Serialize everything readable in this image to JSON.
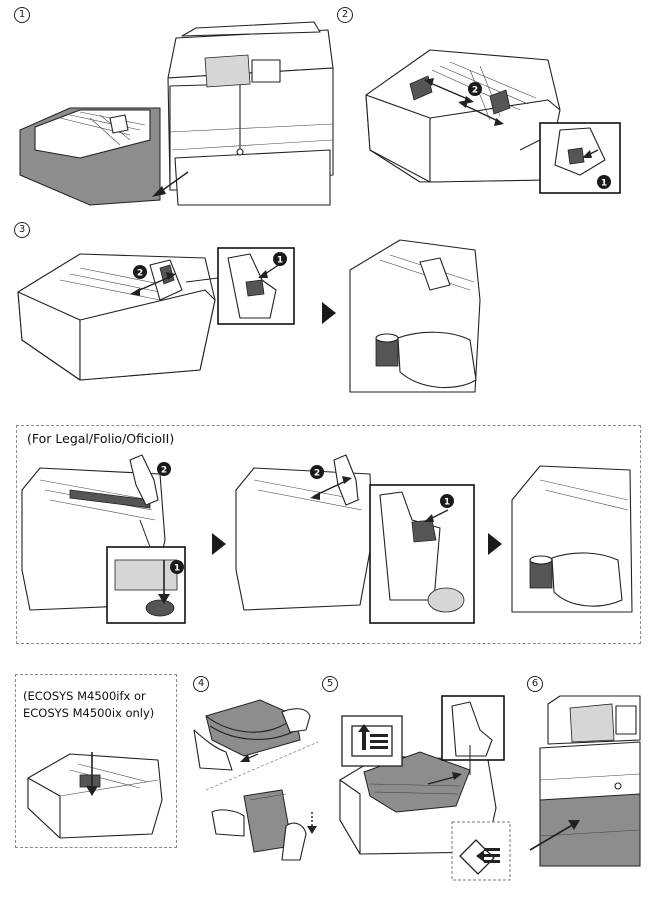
{
  "steps": {
    "s1": "1",
    "s2": "2",
    "s3": "3",
    "s4": "4",
    "s5": "5",
    "s6": "6"
  },
  "legal_box": {
    "title": "(For Legal/Folio/OficioII)"
  },
  "ecosys_box": {
    "line1": "(ECOSYS M4500ifx or",
    "line2": "ECOSYS M4500ix only)"
  },
  "callouts": {
    "c1": "1",
    "c2": "2"
  },
  "icons": {
    "arrow_next": "triangle-right-icon",
    "paper_feed": "paper-load-direction-icon",
    "paper_orientation": "paper-orientation-icon"
  }
}
